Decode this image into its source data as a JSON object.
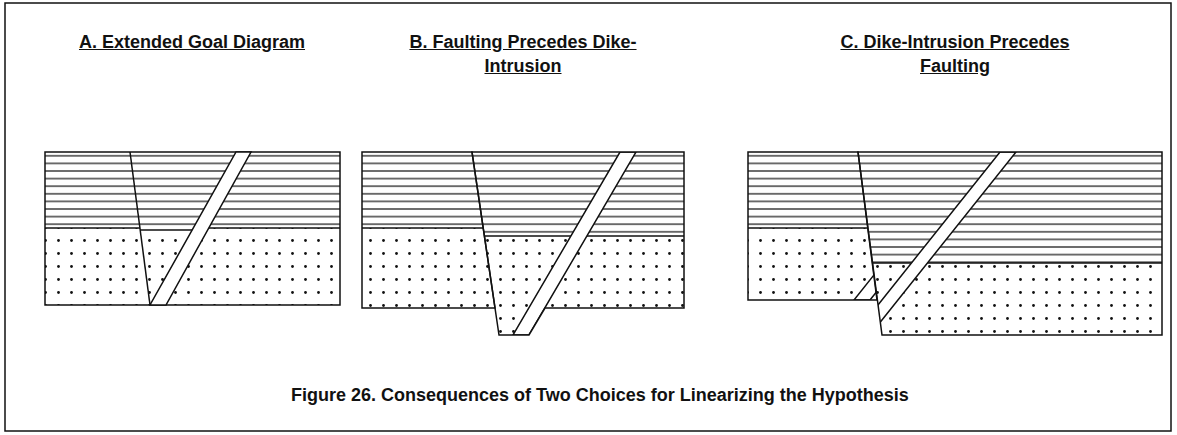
{
  "diagram": {
    "caption": "Figure 26. Consequences of Two Choices for Linearizing the Hypothesis",
    "labels": [
      "A. Extended Goal Diagram",
      "B. Faulting Precedes Dike-Intrusion",
      "C. Dike-Intrusion Precedes Faulting"
    ]
  }
}
